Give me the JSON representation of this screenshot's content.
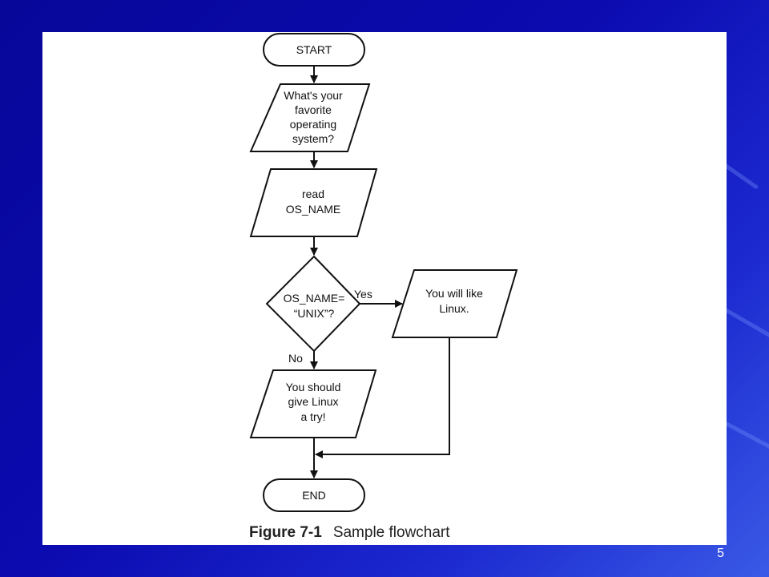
{
  "flowchart": {
    "nodes": {
      "start": "START",
      "prompt": [
        "What's your",
        "favorite",
        "operating",
        "system?"
      ],
      "read": [
        "read",
        "OS_NAME"
      ],
      "decision": [
        "OS_NAME=",
        "“UNIX”?"
      ],
      "yes_output": [
        "You will like",
        "Linux."
      ],
      "no_output": [
        "You should",
        "give Linux",
        "a try!"
      ],
      "end": "END"
    },
    "edge_labels": {
      "yes": "Yes",
      "no": "No"
    }
  },
  "caption": {
    "number": "Figure 7-1",
    "text": "Sample flowchart"
  },
  "slide_number": "5"
}
